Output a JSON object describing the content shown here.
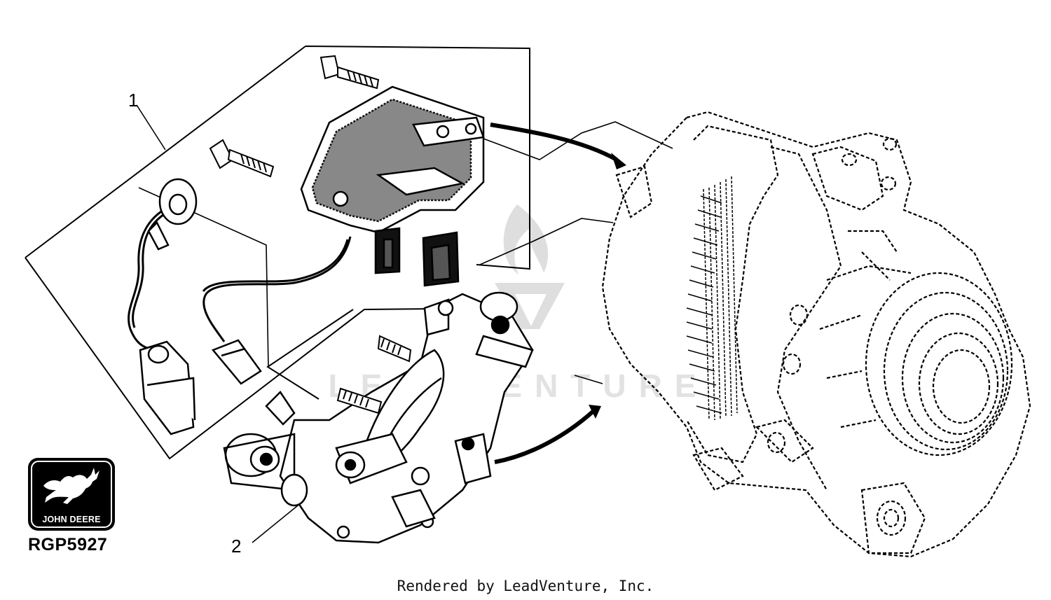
{
  "diagram": {
    "callouts": [
      {
        "id": "1",
        "label": "1"
      },
      {
        "id": "2",
        "label": "2"
      }
    ],
    "figure_id": "RGP5927",
    "logo": {
      "text": "JOHN DEERE",
      "icon": "deer-icon"
    },
    "watermark": "LEADVENTURE",
    "footer": "Rendered by LeadVenture, Inc."
  },
  "colors": {
    "line": "#000000",
    "background": "#ffffff",
    "watermark": "#d9d9d9"
  }
}
